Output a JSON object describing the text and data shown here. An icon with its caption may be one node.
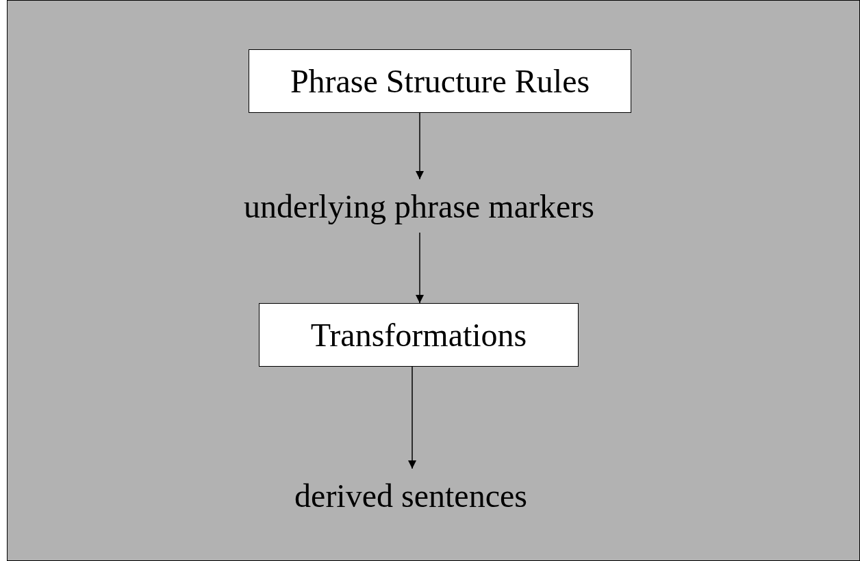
{
  "diagram": {
    "nodes": [
      {
        "text": [
          "Phrase Structure Rules"
        ]
      },
      {
        "text": [
          "underlying phrase markers"
        ]
      },
      {
        "text": [
          "Transformations"
        ]
      },
      {
        "text": [
          "derived sentences"
        ]
      }
    ],
    "edges": [
      {
        "from": 0,
        "to": 1,
        "arrow": "to"
      },
      {
        "from": 1,
        "to": 2,
        "arrow": "to"
      },
      {
        "from": 2,
        "to": 3,
        "arrow": "to"
      }
    ]
  }
}
